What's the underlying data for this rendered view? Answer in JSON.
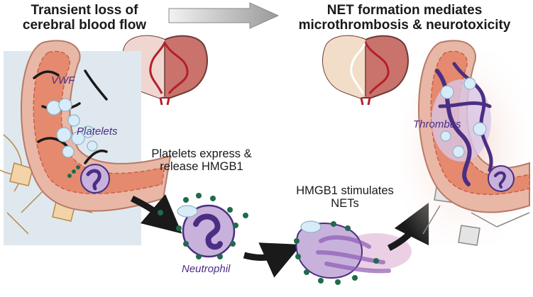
{
  "header": {
    "left_title": "Transient loss of cerebral blood flow",
    "right_title": "NET formation mediates microthrombosis & neurotoxicity"
  },
  "labels": {
    "vwf": "VWF",
    "platelets": "Platelets",
    "thrombus": "Thrombus",
    "neutrophil": "Neutrophil"
  },
  "steps": {
    "step1": "Platelets express & release HMGB1",
    "step2": "HMGB1 stimulates NETs"
  },
  "colors": {
    "vessel_wall": "#e9b7a6",
    "lumen": "#e58a6e",
    "platelet": "#d7ecf8",
    "neutrophil_body": "#c8b2dc",
    "nucleus": "#4b2e83",
    "hmgb1": "#1f6b4a",
    "arrow": "#1a1a1a",
    "ischemic_region": "#f4d2c8"
  }
}
